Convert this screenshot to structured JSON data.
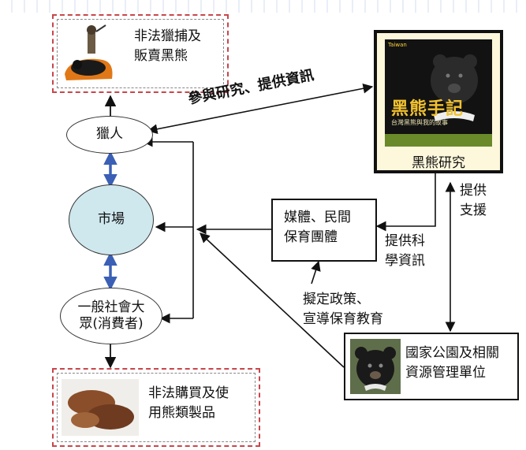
{
  "nodes": {
    "top_box": {
      "text_line1": "非法獵捕及",
      "text_line2": "販賣黑熊"
    },
    "hunter": {
      "label": "獵人"
    },
    "market": {
      "label": "市場"
    },
    "public": {
      "line1": "一般社會大",
      "line2": "眾(消費者)"
    },
    "bottom_box": {
      "text_line1": "非法購買及使",
      "text_line2": "用熊類製品"
    },
    "research": {
      "label": "黑熊研究",
      "cover": {
        "brand": "Taiwan",
        "title": "黑熊手記",
        "subtitle": "台灣黑熊與我的故事"
      }
    },
    "media": {
      "line1": "媒體、民間",
      "line2": "保育團體"
    },
    "park": {
      "line1": "國家公園及相關",
      "line2": "資源管理單位"
    }
  },
  "edges": {
    "research_hunter": "參與研究、提供資訊",
    "research_support_line1": "提供",
    "research_support_line2": "支援",
    "science_info_line1": "提供科",
    "science_info_line2": "學資訊",
    "policy_line1": "擬定政策、",
    "policy_line2": "宣導保育教育"
  },
  "colors": {
    "dashed_border": "#c8464b",
    "market_fill": "#cfe8ee",
    "double_arrow": "#3a5fb5",
    "research_bg": "#fdf7dc"
  }
}
